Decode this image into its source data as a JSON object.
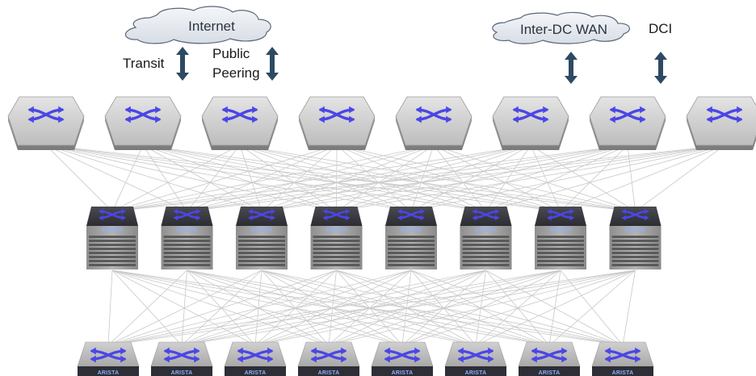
{
  "labels": {
    "internet": "Internet",
    "transit": "Transit",
    "public_line1": "Public",
    "public_line2": "Peering",
    "inter_dc_wan": "Inter-DC WAN",
    "dci": "DCI"
  },
  "tiers": {
    "edge_routers": {
      "count": 8
    },
    "spine_switches": {
      "count": 8,
      "brand": "ARISTA"
    },
    "leaf_switches": {
      "count": 8,
      "brand": "ARISTA"
    }
  },
  "colors": {
    "arrow": "#2e4a63",
    "link": "#c8c8c8",
    "switch_icon": "#4b46e6",
    "device_body": "#a8a8a8",
    "cloud_fill": "#e7ebf1",
    "cloud_stroke": "#5a6878"
  }
}
